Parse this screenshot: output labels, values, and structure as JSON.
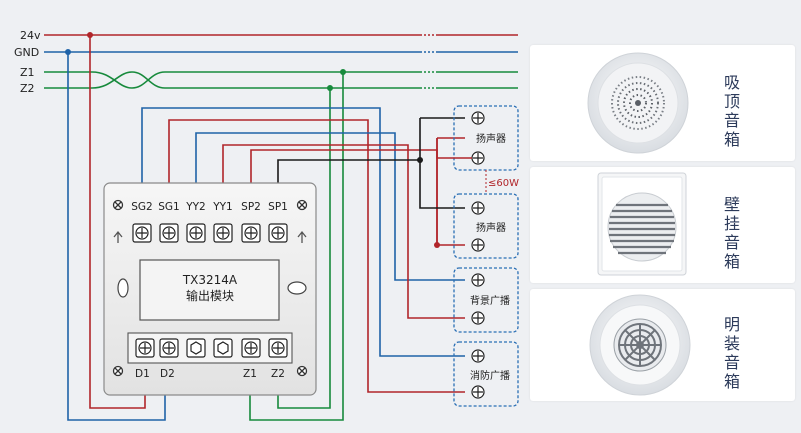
{
  "bus_labels": {
    "v24": "24v",
    "gnd": "GND",
    "z1": "Z1",
    "z2": "Z2"
  },
  "module": {
    "terminals_top": [
      "SG2",
      "SG1",
      "YY2",
      "YY1",
      "SP2",
      "SP1"
    ],
    "model": "TX3214A",
    "name": "输出模块",
    "terminals_bottom": [
      "D1",
      "D2",
      "Z1",
      "Z2"
    ]
  },
  "outputs": {
    "speaker1": "扬声器",
    "speaker2": "扬声器",
    "power_limit": "≤60W",
    "background": "背景广播",
    "fire": "消防广播"
  },
  "products": [
    {
      "label": "吸顶音箱",
      "icon": "ceiling-speaker"
    },
    {
      "label": "壁挂音箱",
      "icon": "wall-speaker"
    },
    {
      "label": "明装音箱",
      "icon": "surface-speaker"
    }
  ],
  "colors": {
    "red": "#b1252a",
    "blue": "#1f63a8",
    "green": "#178a3c",
    "black": "#1a1a1a",
    "dashed_box": "#2a6fb5",
    "label_text": "#2c3a5a"
  }
}
